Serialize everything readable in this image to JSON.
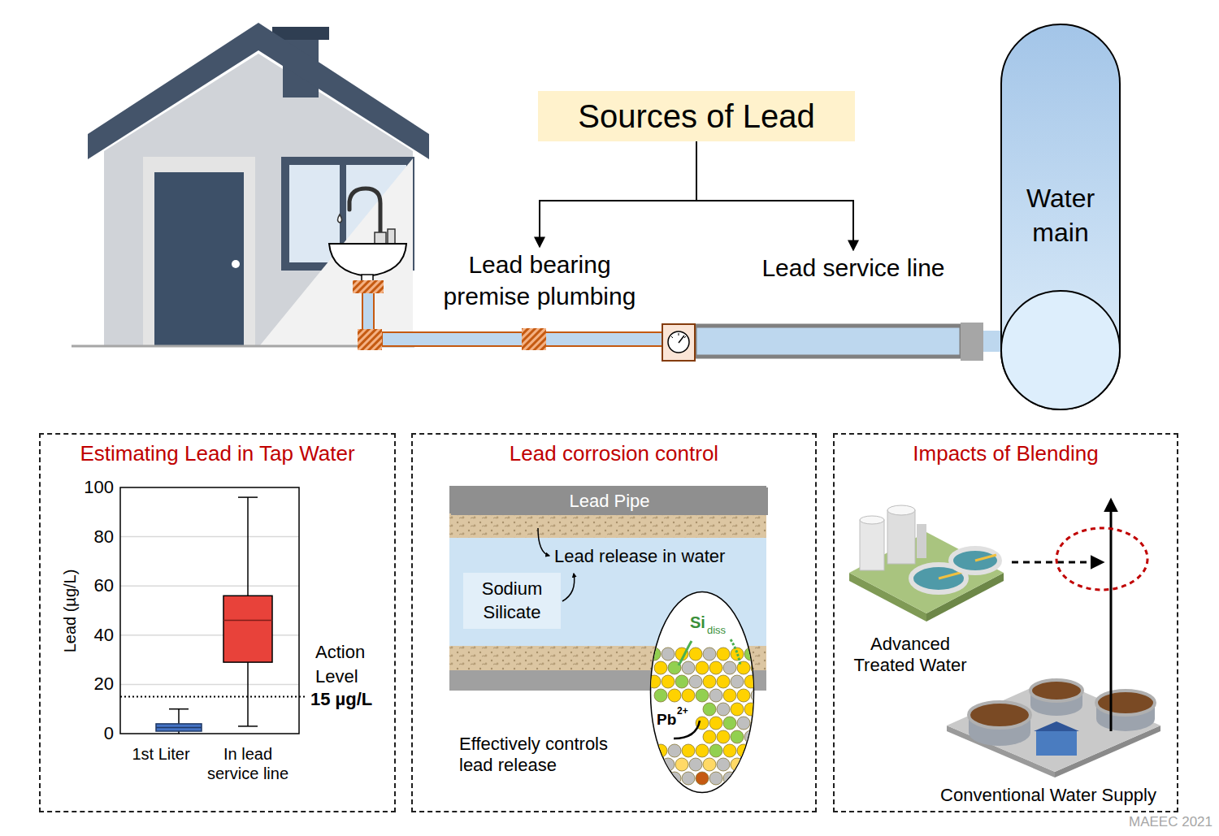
{
  "diagram": {
    "nodes": [
      {
        "text": [
          "Sources of Lead"
        ]
      },
      {
        "text": [
          "Lead bearing premise plumbing"
        ]
      },
      {
        "text": [
          "Lead service line"
        ]
      },
      {
        "text": [
          "Water main"
        ]
      },
      {
        "text": [
          "Estimating Lead in Tap Water"
        ]
      },
      {
        "text": [
          "Lead corrosion control"
        ]
      },
      {
        "text": [
          "Lead Pipe"
        ],
        "in": 5
      },
      {
        "text": [
          "Sodium Silicate"
        ],
        "in": 5
      },
      {
        "text": [
          "Si",
          "diss",
          "Pb",
          "2+"
        ],
        "in": 5
      },
      {
        "text": [
          "Impacts of Blending"
        ]
      }
    ],
    "edges": [
      {
        "from": 0,
        "to": 1,
        "arrow": "to"
      },
      {
        "from": 0,
        "to": 2,
        "arrow": "to"
      }
    ],
    "labels": [
      "100",
      "80",
      "60",
      "40",
      "20",
      "0",
      "Lead (µg/L)",
      "1st Liter",
      "In lead service line",
      "Action Level",
      "15 µg/L",
      "Lead release in water",
      "Effectively controls lead release",
      "Advanced Treated Water",
      "Conventional Water Supply",
      "MAEEC 2021"
    ]
  }
}
